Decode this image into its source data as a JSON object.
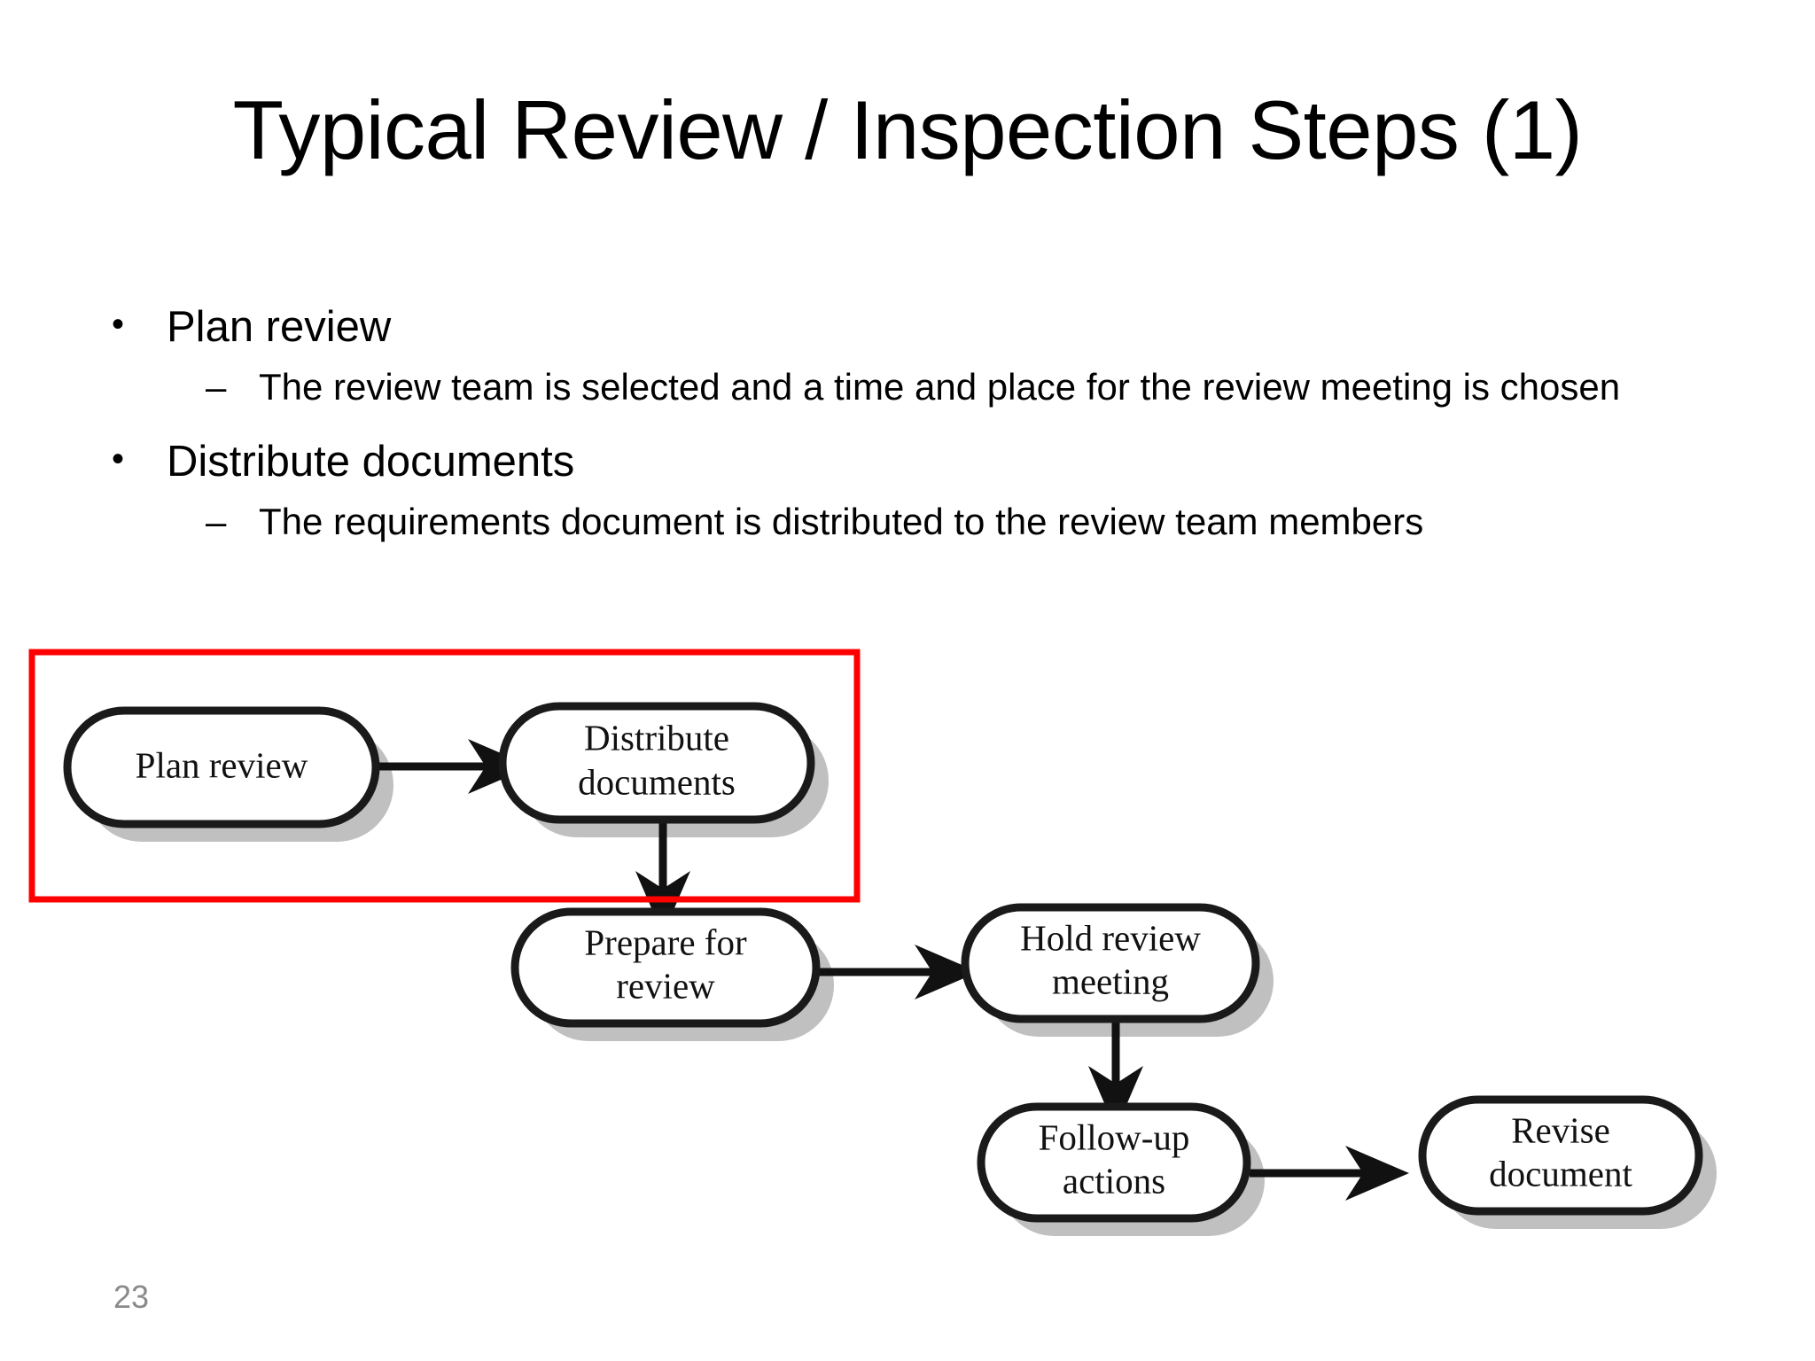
{
  "slide": {
    "title": "Typical Review / Inspection Steps (1)",
    "page_number": "23",
    "background_color": "#ffffff"
  },
  "bullets": [
    {
      "marker": "•",
      "text": "Plan review",
      "children": [
        {
          "marker": "–",
          "text": "The review team is selected and a time and place for the review meeting is chosen"
        }
      ]
    },
    {
      "marker": "•",
      "text": "Distribute documents",
      "children": [
        {
          "marker": "–",
          "text": "The requirements document is distributed to the review team members"
        }
      ]
    }
  ],
  "diagram": {
    "type": "flowchart",
    "highlight": {
      "color": "#ff0000",
      "label": "highlight-box-covering-plan-review-and-distribute-documents"
    },
    "nodes": [
      {
        "id": "plan-review",
        "label_line1": "Plan review",
        "label_line2": ""
      },
      {
        "id": "distribute-documents",
        "label_line1": "Distribute",
        "label_line2": "documents"
      },
      {
        "id": "prepare-for-review",
        "label_line1": "Prepare for",
        "label_line2": "review"
      },
      {
        "id": "hold-review-meeting",
        "label_line1": "Hold review",
        "label_line2": "meeting"
      },
      {
        "id": "follow-up-actions",
        "label_line1": "Follow-up",
        "label_line2": "actions"
      },
      {
        "id": "revise-document",
        "label_line1": "Revise",
        "label_line2": "document"
      }
    ],
    "edges": [
      {
        "from": "plan-review",
        "to": "distribute-documents",
        "direction": "right"
      },
      {
        "from": "distribute-documents",
        "to": "prepare-for-review",
        "direction": "down"
      },
      {
        "from": "prepare-for-review",
        "to": "hold-review-meeting",
        "direction": "right"
      },
      {
        "from": "hold-review-meeting",
        "to": "follow-up-actions",
        "direction": "down"
      },
      {
        "from": "follow-up-actions",
        "to": "revise-document",
        "direction": "right"
      }
    ]
  }
}
